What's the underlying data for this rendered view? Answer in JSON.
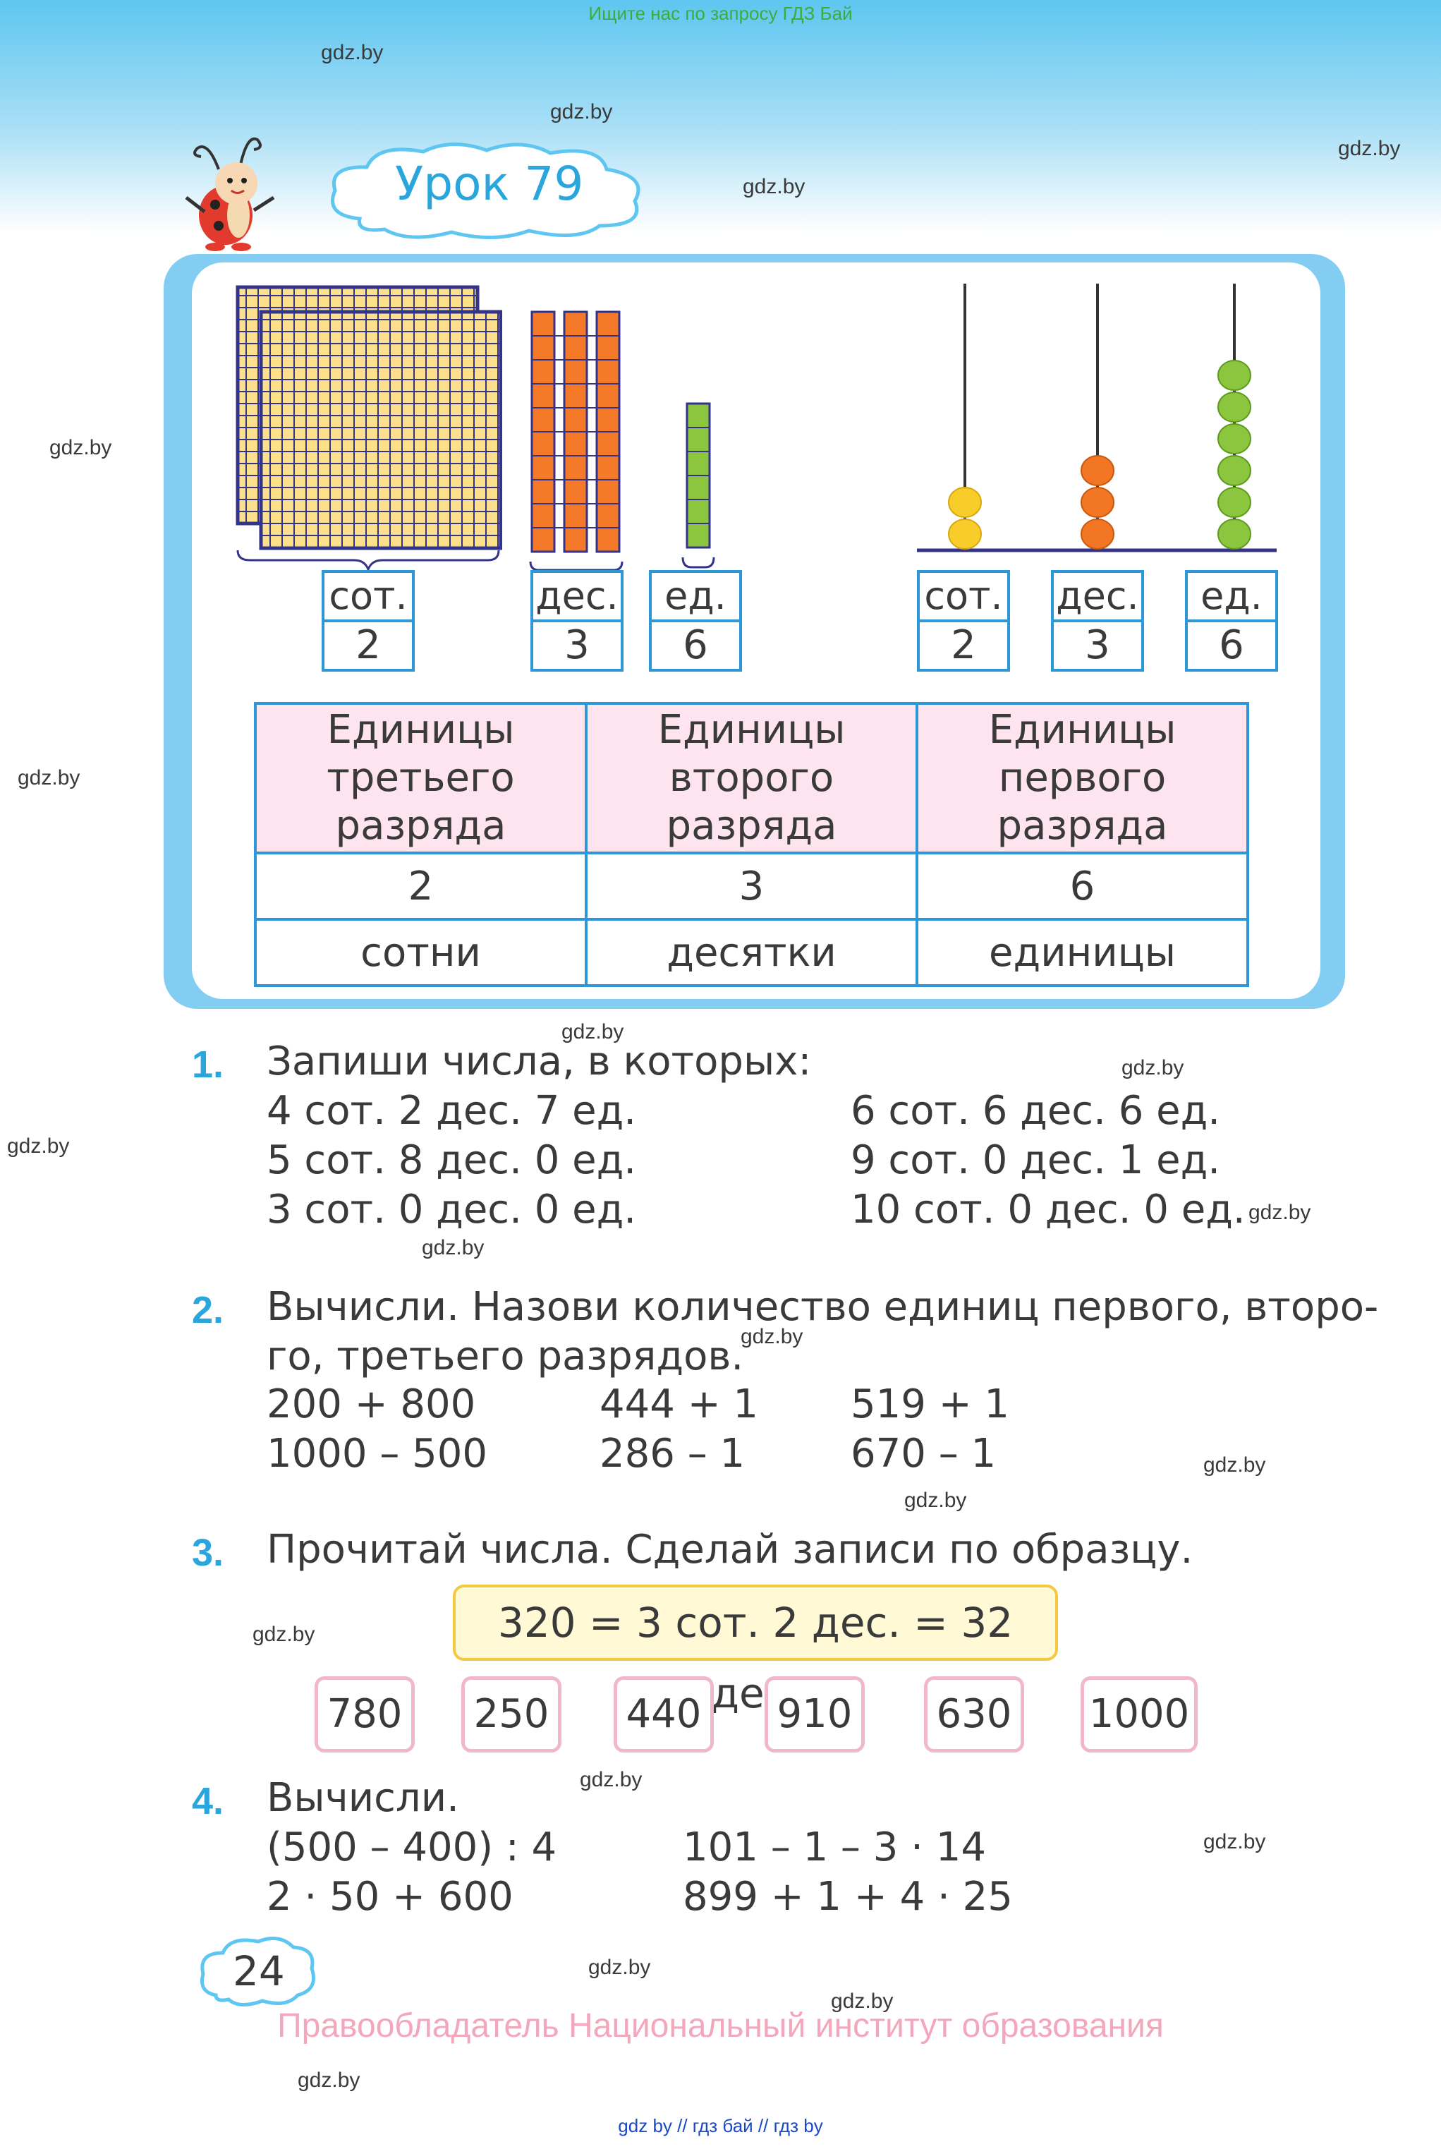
{
  "banner": "Ищите нас по запросу ГДЗ Бай",
  "watermark": "gdz.by",
  "lesson_title": "Урок 79",
  "labels": {
    "hundreds_short": "сот.",
    "tens_short": "дес.",
    "units_short": "ед."
  },
  "blocks_values": {
    "hundreds": "2",
    "tens": "3",
    "units": "6"
  },
  "abacus_values": {
    "hundreds": "2",
    "tens": "3",
    "units": "6"
  },
  "rank_table": {
    "headers": [
      [
        "Единицы",
        "третьего",
        "разряда"
      ],
      [
        "Единицы",
        "второго",
        "разряда"
      ],
      [
        "Единицы",
        "первого",
        "разряда"
      ]
    ],
    "digits": [
      "2",
      "3",
      "6"
    ],
    "names": [
      "сотни",
      "десятки",
      "единицы"
    ]
  },
  "task1": {
    "num": "1.",
    "title": "Запиши числа, в которых:",
    "left": [
      "4 сот. 2 дес. 7 ед.",
      "5 сот. 8 дес. 0 ед.",
      "3 сот. 0 дес. 0 ед."
    ],
    "right": [
      "6 сот. 6 дес. 6 ед.",
      "9 сот. 0 дес. 1 ед.",
      "10 сот. 0 дес. 0 ед."
    ]
  },
  "task2": {
    "num": "2.",
    "line1": "Вычисли. Назови количество единиц первого, второ-",
    "line2": "го, третьего разрядов.",
    "col1": [
      "200 + 800",
      "1000 – 500"
    ],
    "col2": [
      "444 + 1",
      "286 – 1"
    ],
    "col3": [
      "519 + 1",
      "670 – 1"
    ]
  },
  "task3": {
    "num": "3.",
    "title": "Прочитай числа. Сделай записи по образцу.",
    "sample": "320 = 3 сот. 2 дес. = 32 дес.",
    "numbers": [
      "780",
      "250",
      "440",
      "910",
      "630",
      "1000"
    ]
  },
  "task4": {
    "num": "4.",
    "title": "Вычисли.",
    "col1": [
      "(500 – 400) : 4",
      "2 · 50 + 600"
    ],
    "col2": [
      "101 – 1 – 3 · 14",
      "899 + 1 + 4 · 25"
    ]
  },
  "page_number": "24",
  "copyright": "Правообладатель Национальный институт образования",
  "bottom_links": "gdz by  //  гдз бай  //  гдз by",
  "colors": {
    "accent": "#2aa6dc",
    "frame": "#83cdf2",
    "header_pink": "#fde4ee",
    "hundreds_block": "#fce08a",
    "tens_block": "#f47a2a",
    "units_block": "#8cc63f",
    "bead_yellow": "#f8cd2a",
    "bead_orange": "#f27624",
    "bead_green": "#8cc63f"
  }
}
